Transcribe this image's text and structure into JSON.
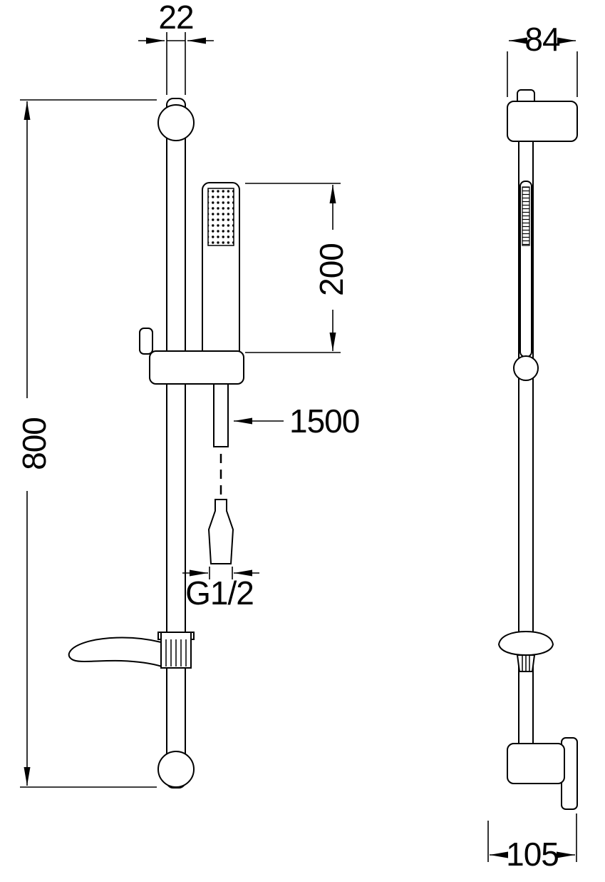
{
  "diagram": {
    "kind": "technical-dimension-drawing",
    "dimensions": {
      "rail_diameter": "22",
      "top_bracket_depth": "84",
      "rail_length": "800",
      "hand_shower_length": "200",
      "hose_length": "1500",
      "connection_thread": "G1/2",
      "bottom_bracket_depth": "105"
    },
    "colors": {
      "line": "#000000",
      "background": "#ffffff"
    }
  }
}
